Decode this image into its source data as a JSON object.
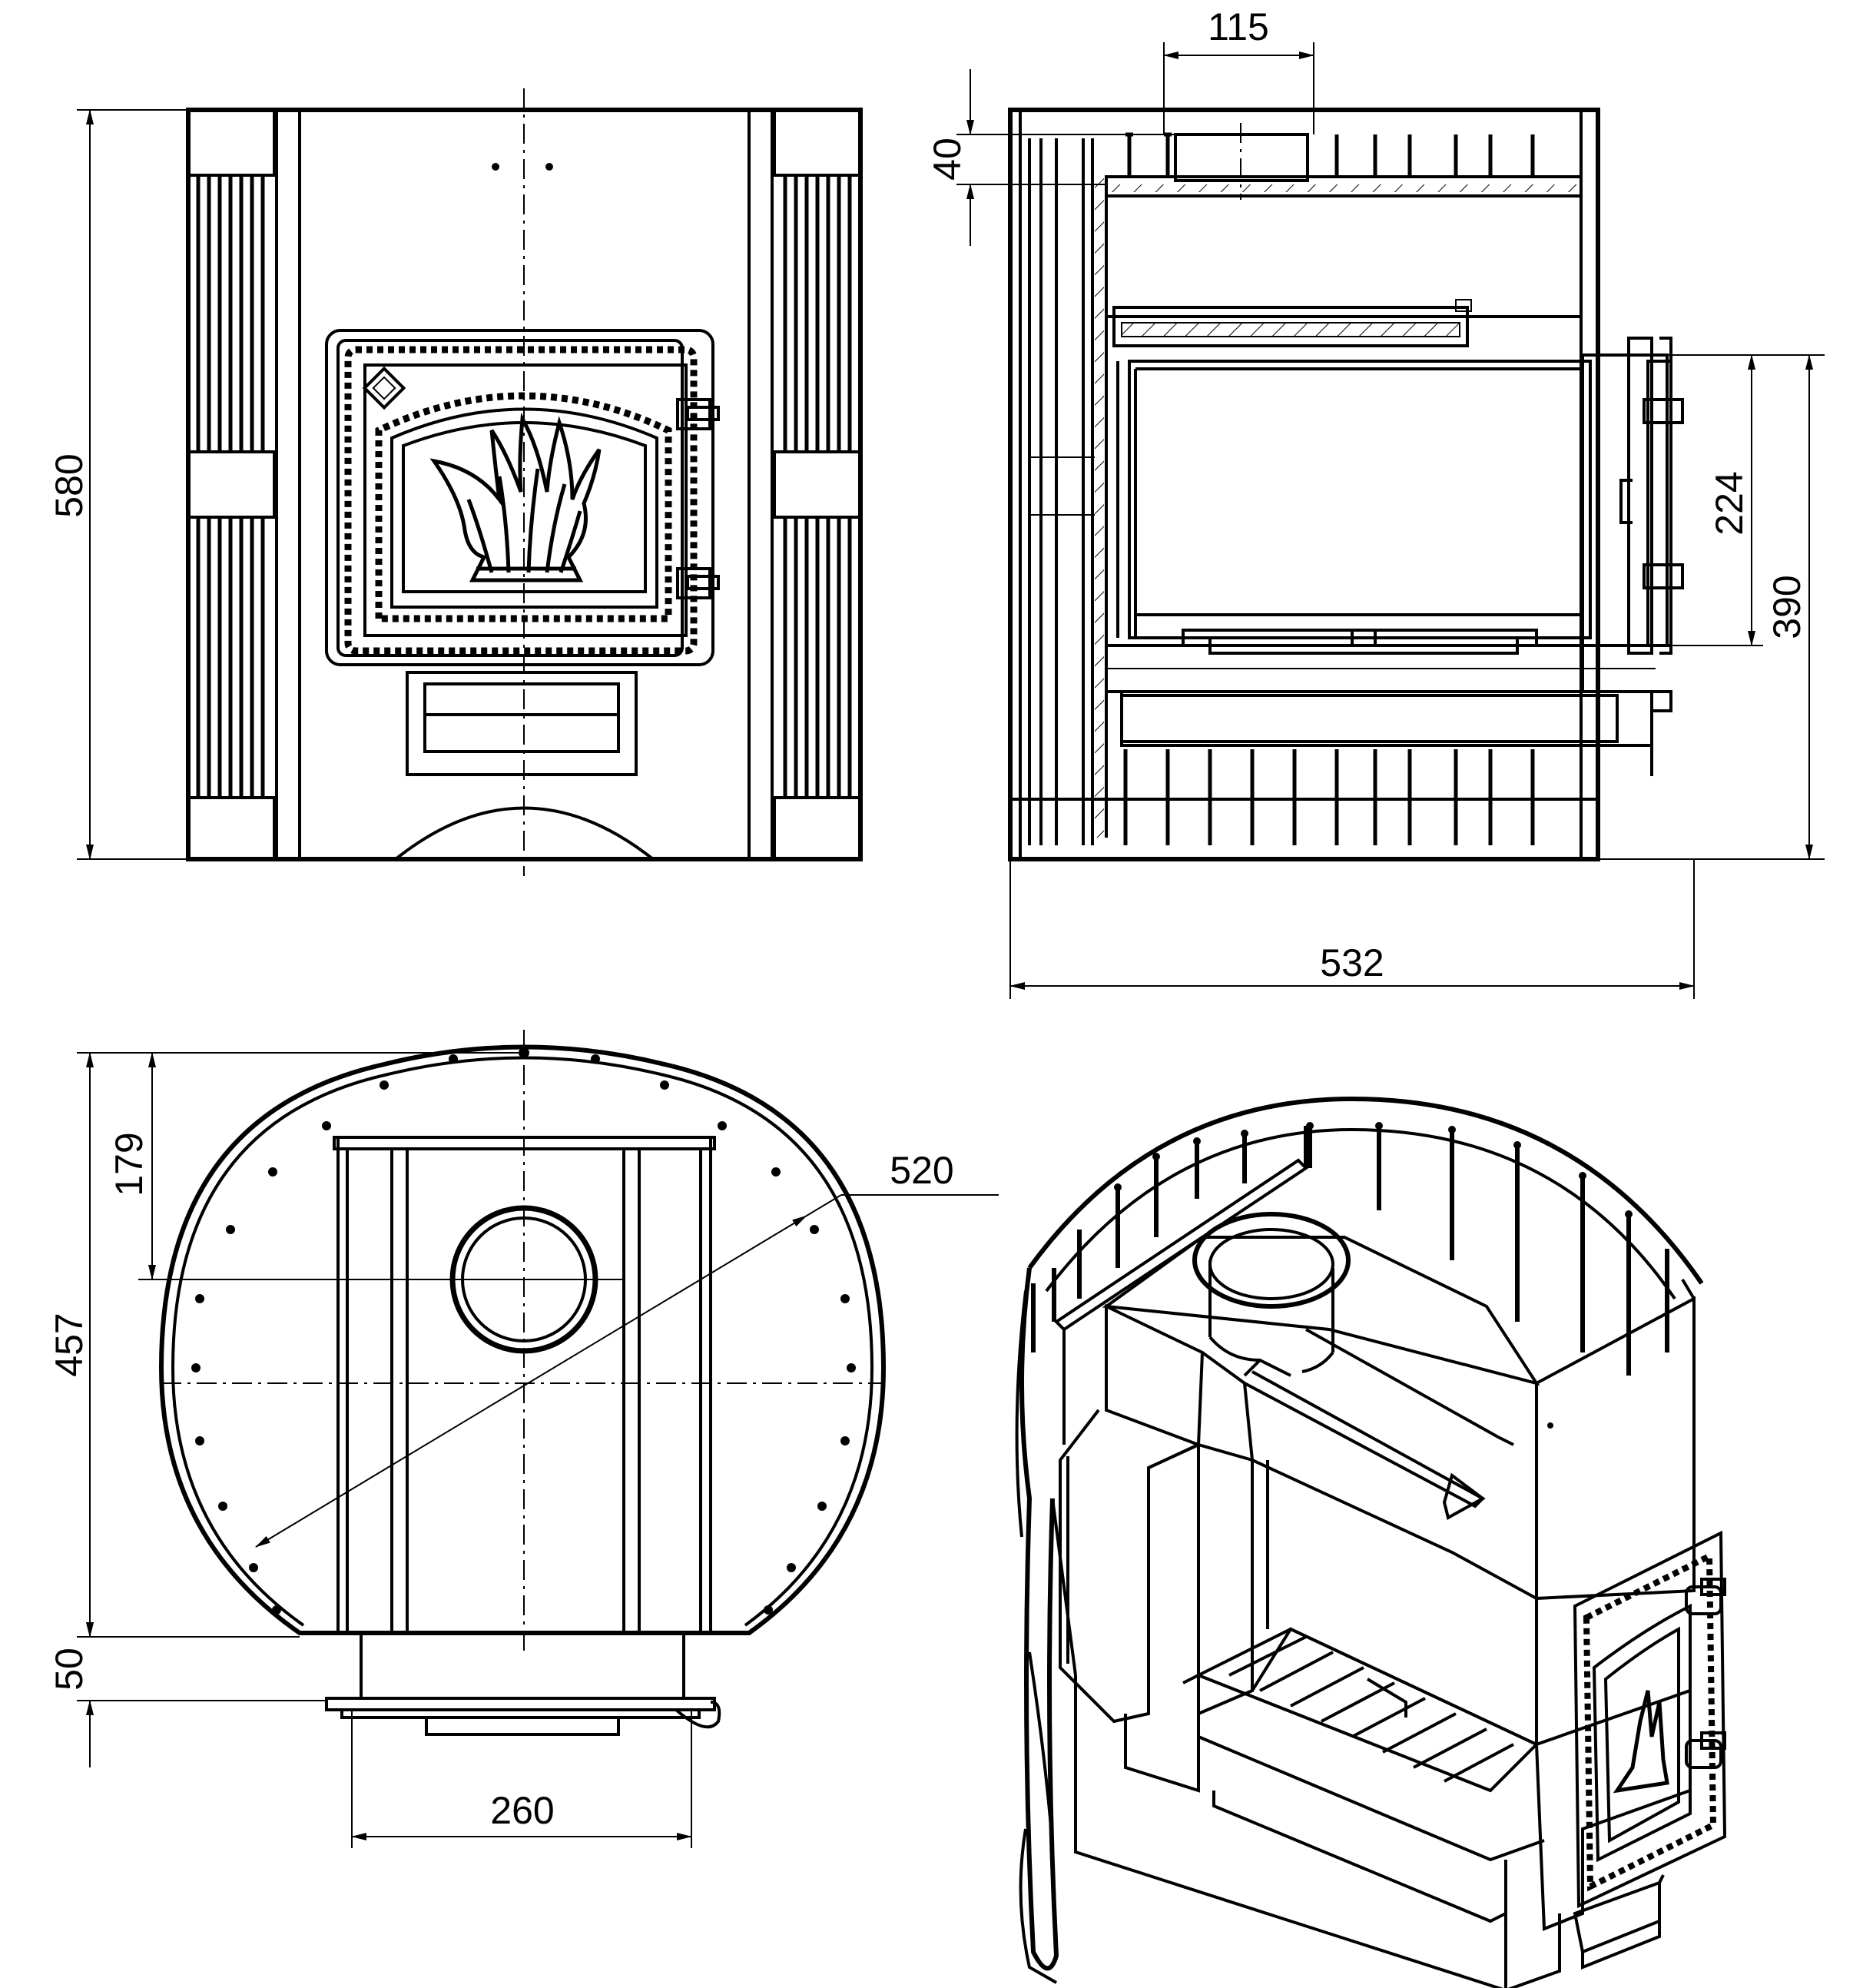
{
  "dimensions": {
    "front_height": "580",
    "chimney_width": "115",
    "chimney_height": "40",
    "door_height": "224",
    "door_level": "390",
    "side_depth": "532",
    "top_offset": "179",
    "top_depth": "457",
    "diameter": "520",
    "base_offset": "50",
    "base_width": "260"
  }
}
